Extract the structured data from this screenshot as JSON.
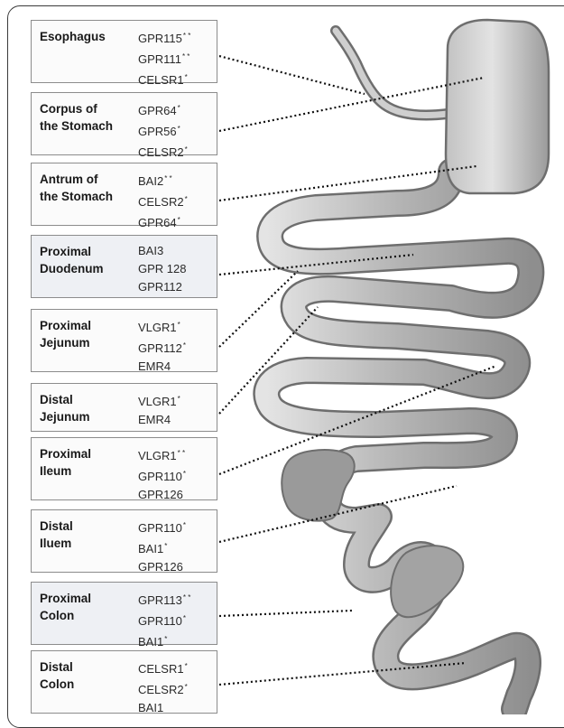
{
  "regions": [
    {
      "name": "Esophagus",
      "genes": [
        {
          "g": "GPR115",
          "s": "* *"
        },
        {
          "g": "GPR111",
          "s": "* *"
        },
        {
          "g": "CELSR1",
          "s": "*"
        }
      ]
    },
    {
      "name": "Corpus of\nthe Stomach",
      "genes": [
        {
          "g": "GPR64",
          "s": "*"
        },
        {
          "g": "GPR56",
          "s": "*"
        },
        {
          "g": "CELSR2",
          "s": "*"
        }
      ]
    },
    {
      "name": "Antrum of\nthe Stomach",
      "genes": [
        {
          "g": "BAI2",
          "s": "* *"
        },
        {
          "g": "CELSR2",
          "s": "*"
        },
        {
          "g": "GPR64",
          "s": "*"
        }
      ]
    },
    {
      "name": "Proximal\nDuodenum",
      "genes": [
        {
          "g": "BAI3",
          "s": ""
        },
        {
          "g": "GPR 128",
          "s": ""
        },
        {
          "g": "GPR112",
          "s": ""
        }
      ]
    },
    {
      "name": "Proximal\nJejunum",
      "genes": [
        {
          "g": "VLGR1",
          "s": "*"
        },
        {
          "g": "GPR112",
          "s": "*"
        },
        {
          "g": "EMR4",
          "s": ""
        }
      ]
    },
    {
      "name": "Distal\nJejunum",
      "genes": [
        {
          "g": "VLGR1",
          "s": "*"
        },
        {
          "g": "EMR4",
          "s": ""
        }
      ]
    },
    {
      "name": "Proximal\nIleum",
      "genes": [
        {
          "g": "VLGR1",
          "s": "* *"
        },
        {
          "g": "GPR110",
          "s": "*"
        },
        {
          "g": "GPR126",
          "s": ""
        }
      ]
    },
    {
      "name": "Distal\nIluem",
      "genes": [
        {
          "g": "GPR110",
          "s": "*"
        },
        {
          "g": "BAI1",
          "s": "*"
        },
        {
          "g": "GPR126",
          "s": ""
        }
      ]
    },
    {
      "name": "Proximal\nColon",
      "genes": [
        {
          "g": "GPR113",
          "s": "* *"
        },
        {
          "g": "GPR110",
          "s": "*"
        },
        {
          "g": "BAI1",
          "s": "*"
        }
      ]
    },
    {
      "name": "Distal\nColon",
      "genes": [
        {
          "g": "CELSR1",
          "s": "*"
        },
        {
          "g": "CELSR2",
          "s": "*"
        },
        {
          "g": "BAI1",
          "s": ""
        }
      ]
    }
  ],
  "colors": {
    "tract_outline": "#6e6e6e",
    "tract_light": "#d2d2d2",
    "tract_dark": "#8a8a8a",
    "connector": "#111111",
    "box_border": "#8c8c8c"
  }
}
